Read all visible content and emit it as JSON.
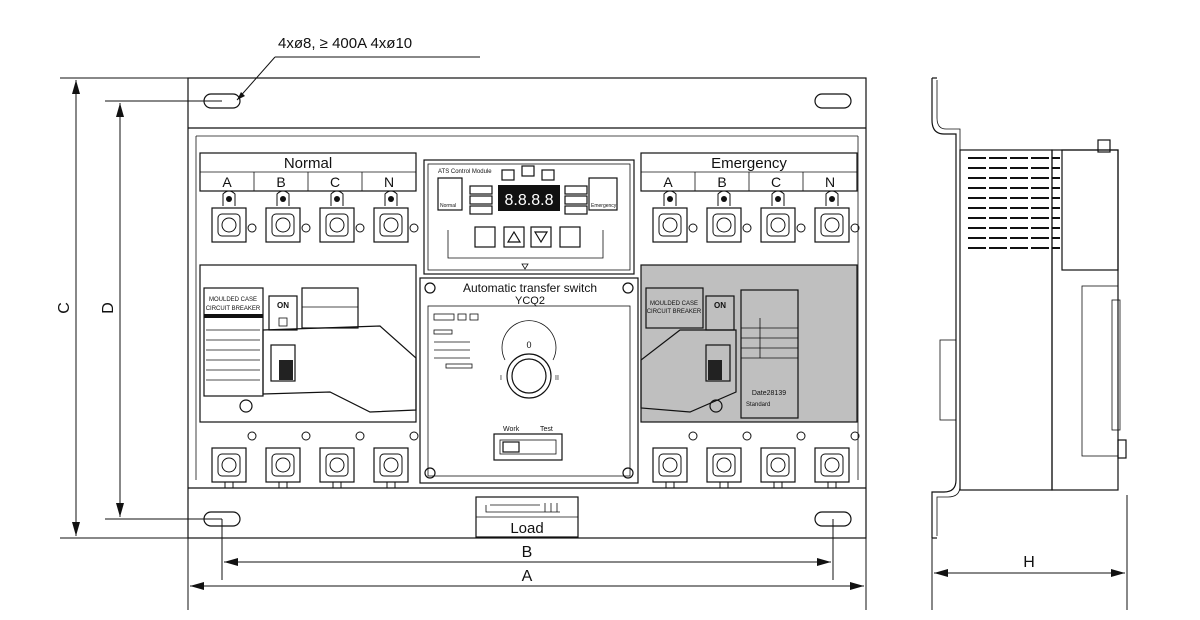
{
  "hole_note": "4xø8, ≥ 400A 4xø10",
  "dimensions": {
    "A": "A",
    "B": "B",
    "C": "C",
    "D": "D",
    "H": "H"
  },
  "normal": {
    "title": "Normal",
    "phases": [
      "A",
      "B",
      "C",
      "N"
    ]
  },
  "emergency": {
    "title": "Emergency",
    "phases": [
      "A",
      "B",
      "C",
      "N"
    ]
  },
  "module": {
    "title": "ATS Control Module",
    "normal_label": "Normal",
    "emergency_label": "Emergency",
    "display": "8.8.8.8"
  },
  "breaker_left": {
    "title_line1": "MOULDED CASE",
    "title_line2": "CIRCUIT BREAKER",
    "on_label": "ON"
  },
  "breaker_right": {
    "title_line1": "MOULDED CASE",
    "title_line2": "CIRCUIT BREAKER",
    "on_label": "ON",
    "date": "Date28139",
    "standard": "Standard"
  },
  "ats": {
    "title": "Automatic transfer switch",
    "model": "YCQ2",
    "dial_top": "0",
    "dial_left": "I",
    "dial_right": "II",
    "work": "Work",
    "test": "Test"
  },
  "load_label": "Load"
}
